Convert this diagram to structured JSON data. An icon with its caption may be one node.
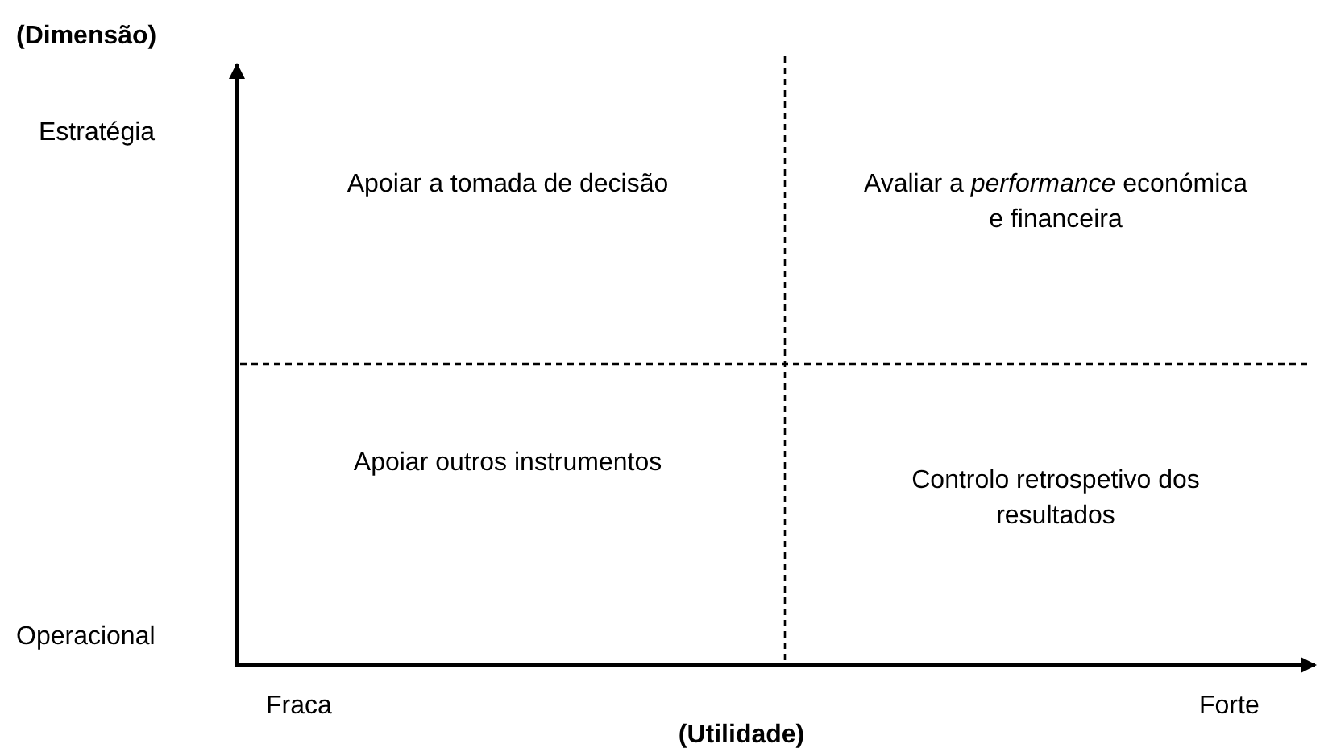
{
  "diagram": {
    "labels": [
      "(Dimensão)",
      "Estratégia",
      "Apoiar a tomada de decisão",
      "Avaliar a *performance* económica e financeira",
      "Apoiar outros instrumentos",
      "Controlo retrospetivo dos resultados",
      "Operacional",
      "Fraca",
      "Forte",
      "(Utilidade)"
    ]
  }
}
